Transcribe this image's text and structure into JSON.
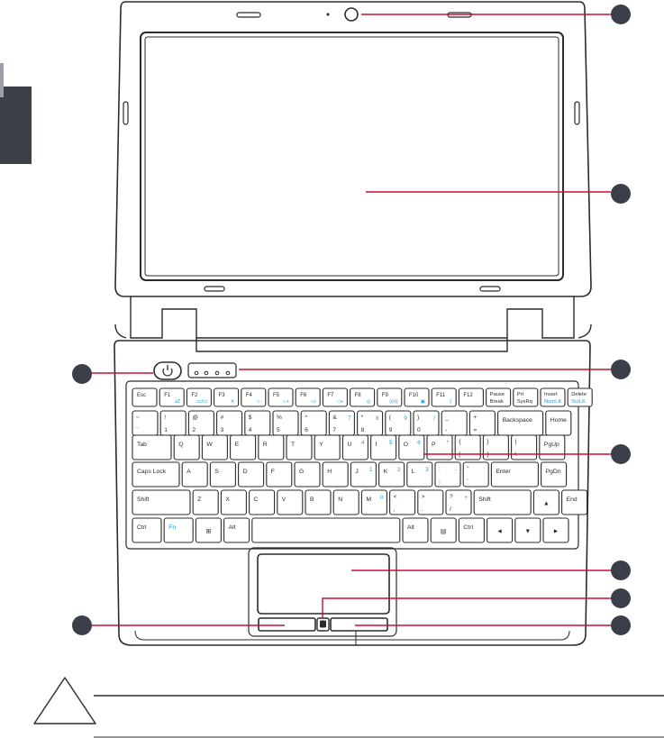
{
  "colors": {
    "outline": "#2b2b2b",
    "callout": "#c8102e",
    "marker": "#3a3f4a",
    "fn_blue": "#1f9ad6",
    "side_tab": "#3d4046"
  },
  "indicator_labels": [
    "",
    "",
    "",
    ""
  ],
  "keyboard": {
    "rows": [
      [
        {
          "main": "Esc"
        },
        {
          "main": "F1",
          "fn": "zZ"
        },
        {
          "main": "F2",
          "fn": "▭/▭"
        },
        {
          "main": "F3",
          "fn": "✕"
        },
        {
          "main": "F4",
          "fn": "☼-"
        },
        {
          "main": "F5",
          "fn": "☼+"
        },
        {
          "main": "F6",
          "fn": "◁-"
        },
        {
          "main": "F7",
          "fn": "◁+"
        },
        {
          "main": "F8",
          "fn": "◎"
        },
        {
          "main": "F9",
          "fn": "((•))"
        },
        {
          "main": "F10",
          "fn": "▣"
        },
        {
          "main": "F11",
          "fn": "ᛒ"
        },
        {
          "main": "F12"
        },
        {
          "top": "Pause",
          "main": "Break"
        },
        {
          "top": "Prt",
          "main": "SysRq"
        },
        {
          "top": "Insert",
          "main": "NumLK",
          "main_fn": true
        },
        {
          "top": "Delete",
          "main": "ScrLK",
          "main_fn": true
        }
      ],
      [
        {
          "top": "~",
          "bottom": "`"
        },
        {
          "top": "!",
          "bottom": "1"
        },
        {
          "top": "@",
          "bottom": "2"
        },
        {
          "top": "#",
          "bottom": "3"
        },
        {
          "top": "$",
          "bottom": "4"
        },
        {
          "top": "%",
          "bottom": "5"
        },
        {
          "top": "^",
          "bottom": "6"
        },
        {
          "top": "&",
          "bottom": "7",
          "fn": "7"
        },
        {
          "top": "*",
          "bottom": "8",
          "fn": "8"
        },
        {
          "top": "(",
          "bottom": "9",
          "fn": "9"
        },
        {
          "top": ")",
          "bottom": "0",
          "fn": "/"
        },
        {
          "top": "_",
          "bottom": "-"
        },
        {
          "top": "+",
          "bottom": "="
        },
        {
          "main": "Backspace"
        },
        {
          "main": "Home"
        }
      ],
      [
        {
          "main": "Tab"
        },
        {
          "main": "Q"
        },
        {
          "main": "W"
        },
        {
          "main": "E"
        },
        {
          "main": "R"
        },
        {
          "main": "T"
        },
        {
          "main": "Y"
        },
        {
          "main": "U",
          "fn": "4"
        },
        {
          "main": "I",
          "fn": "5"
        },
        {
          "main": "O",
          "fn": "6"
        },
        {
          "main": "P",
          "fn": "*"
        },
        {
          "top": "{",
          "bottom": "["
        },
        {
          "top": "}",
          "bottom": "]"
        },
        {
          "top": "|",
          "bottom": "\\"
        },
        {
          "main": "PgUp"
        }
      ],
      [
        {
          "main": "Caps Lock"
        },
        {
          "main": "A"
        },
        {
          "main": "S"
        },
        {
          "main": "D"
        },
        {
          "main": "F"
        },
        {
          "main": "G"
        },
        {
          "main": "H"
        },
        {
          "main": "J",
          "fn": "1"
        },
        {
          "main": "K",
          "fn": "2"
        },
        {
          "main": "L",
          "fn": "3"
        },
        {
          "top": ":",
          "bottom": ";",
          "fn": "-"
        },
        {
          "top": "\"",
          "bottom": "'"
        },
        {
          "main": "Enter"
        },
        {
          "main": "PgDn"
        }
      ],
      [
        {
          "main": "Shift"
        },
        {
          "main": "Z"
        },
        {
          "main": "X"
        },
        {
          "main": "C"
        },
        {
          "main": "V"
        },
        {
          "main": "B"
        },
        {
          "main": "N"
        },
        {
          "main": "M",
          "fn": "0"
        },
        {
          "top": "<",
          "bottom": ","
        },
        {
          "top": ">",
          "bottom": "."
        },
        {
          "top": "?",
          "bottom": "/",
          "fn": "+"
        },
        {
          "main": "Shift"
        },
        {
          "main": "▲"
        },
        {
          "main": "End"
        }
      ],
      [
        {
          "main": "Ctrl"
        },
        {
          "main": "Fn",
          "main_fn": true
        },
        {
          "main": "⊞"
        },
        {
          "main": "Alt"
        },
        {
          "main": ""
        },
        {
          "main": "Alt"
        },
        {
          "main": "▤"
        },
        {
          "main": "Ctrl"
        },
        {
          "main": "◄"
        },
        {
          "main": "▼"
        },
        {
          "main": "►"
        }
      ]
    ]
  }
}
